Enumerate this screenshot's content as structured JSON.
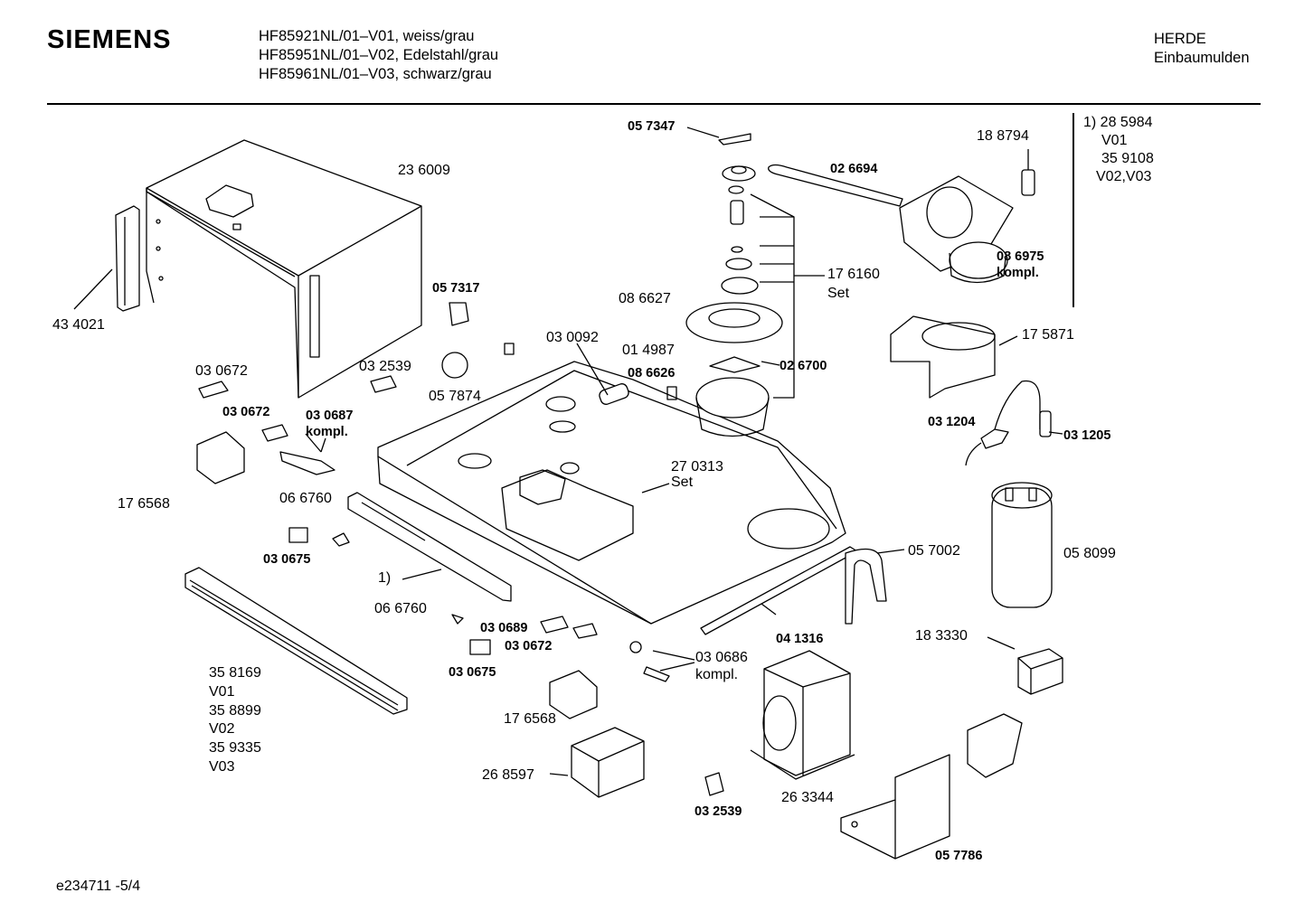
{
  "header": {
    "brand": "SIEMENS",
    "models": [
      "HF85921NL/01–V01, weiss/grau",
      "HF85951NL/01–V02, Edelstahl/grau",
      "HF85961NL/01–V03, schwarz/grau"
    ],
    "category": [
      "HERDE",
      "Einbaumulden"
    ]
  },
  "footnote_block": [
    "1) 28 5984",
    "V01",
    "35 9108",
    "V02,V03"
  ],
  "part_labels": {
    "p236009": "23 6009",
    "p434021": "43 4021",
    "p030672a": "03 0672",
    "p032539a": "03 2539",
    "p030672b": "03 0672",
    "p030687": "03 0687",
    "kompl1": "kompl.",
    "p176568a": "17 6568",
    "p066760a": "06 6760",
    "p030675a": "03 0675",
    "note1": "1)",
    "p358169": [
      "35 8169",
      "V01",
      "35 8899",
      "V02",
      "35 9335",
      "V03"
    ],
    "p057317": "05 7317",
    "p057874": "05 7874",
    "p030092": "03 0092",
    "p057347": "05 7347",
    "p026694": "02 6694",
    "p086627": "08 6627",
    "p014987": "01 4987",
    "p086626": "08 6626",
    "p026700": "02 6700",
    "p176160": "17 6160",
    "set1": "Set",
    "p270313": "27 0313",
    "set2": "Set",
    "p066760b": "06 6760",
    "p030689": "03 0689",
    "p030672c": "03 0672",
    "p030675b": "03 0675",
    "p030686": "03 0686",
    "kompl2": "kompl.",
    "p176568b": "17 6568",
    "p268597": "26 8597",
    "p032539b": "03 2539",
    "p263344": "26 3344",
    "p041316": "04 1316",
    "p057002": "05 7002",
    "p188794": "18  8794",
    "p086975": "08 6975",
    "kompl3": "kompl.",
    "p175871": "17 5871",
    "p031204": "03 1204",
    "p031205": "03 1205",
    "p058099": "05 8099",
    "p183330": "18  3330",
    "p057786": "05 7786"
  },
  "footer": "e234711  -5/4"
}
